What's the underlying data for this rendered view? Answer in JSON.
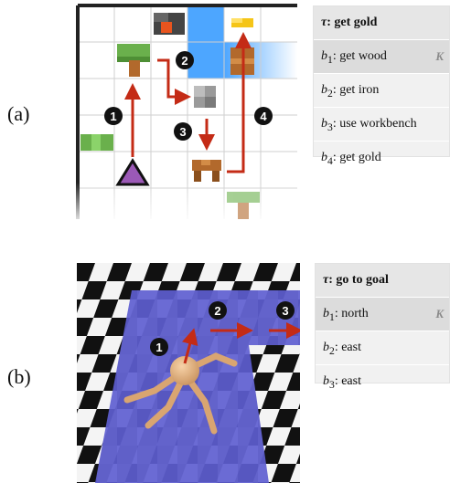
{
  "panels": [
    {
      "label": "(a)",
      "task": {
        "tau": "τ",
        "text": ": get gold"
      },
      "steps": [
        {
          "b": "b",
          "sub": "1",
          "text": ": get wood",
          "marker": "K"
        },
        {
          "b": "b",
          "sub": "2",
          "text": ": get iron"
        },
        {
          "b": "b",
          "sub": "3",
          "text": ": use workbench"
        },
        {
          "b": "b",
          "sub": "4",
          "text": ": get gold"
        }
      ],
      "step_numbers": [
        "1",
        "2",
        "3",
        "4"
      ]
    },
    {
      "label": "(b)",
      "task": {
        "tau": "τ",
        "text": ": go to goal"
      },
      "steps": [
        {
          "b": "b",
          "sub": "1",
          "text": ": north",
          "marker": "K"
        },
        {
          "b": "b",
          "sub": "2",
          "text": ": east"
        },
        {
          "b": "b",
          "sub": "3",
          "text": ": east"
        }
      ],
      "step_numbers": [
        "1",
        "2",
        "3"
      ]
    }
  ],
  "colors": {
    "arrow": "#c42b16",
    "agent": "#9b59b6",
    "water": "#4da6ff",
    "floor": "#5a5ac8",
    "gold": "#f5c518"
  }
}
